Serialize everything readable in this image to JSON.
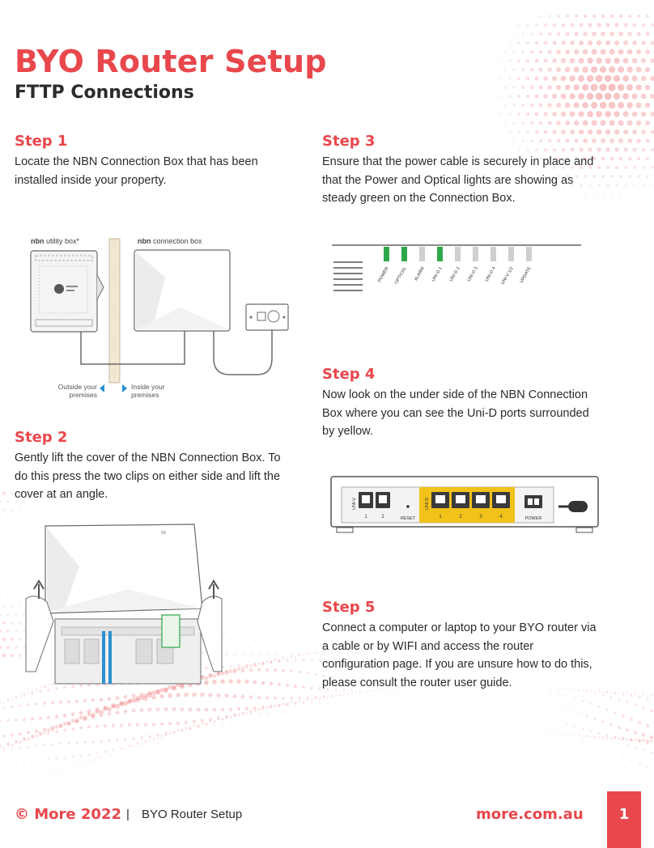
{
  "header": {
    "title": "BYO Router Setup",
    "subtitle": "FTTP Connections"
  },
  "steps": [
    {
      "heading": "Step 1",
      "text": "Locate the NBN Connection Box that has been installed inside your property."
    },
    {
      "heading": "Step 2",
      "text": "Gently lift the cover of the NBN Connection Box. To do this press the two clips on either side and lift the cover at an angle."
    },
    {
      "heading": "Step 3",
      "text": "Ensure that the power cable is securely in place and that the Power and Optical lights are showing as steady green on the Connection Box."
    },
    {
      "heading": "Step 4",
      "text": "Now look on the under side of the NBN Connection Box where you can see the Uni-D ports surrounded by yellow."
    },
    {
      "heading": "Step 5",
      "text": "Connect a computer or laptop to your BYO router via a cable or by WIFI and access the router configuration page. If you are unsure how to do this, please consult the router user guide."
    }
  ],
  "diagram1": {
    "utility_box_brand": "nbn",
    "utility_box_label": " utility box*",
    "connection_box_brand": "nbn",
    "connection_box_label": " connection box",
    "outside_line1": "Outside your",
    "outside_line2": "premises",
    "inside_line1": "Inside your",
    "inside_line2": "premises"
  },
  "diagram3": {
    "leds": [
      {
        "label": "POWER",
        "color": "#2ea84a"
      },
      {
        "label": "OPTICAL",
        "color": "#2ea84a"
      },
      {
        "label": "ALARM",
        "color": "#cfcfcf"
      },
      {
        "label": "UNI-D 1",
        "color": "#2ea84a"
      },
      {
        "label": "UNI-D 2",
        "color": "#cfcfcf"
      },
      {
        "label": "UNI-D 3",
        "color": "#cfcfcf"
      },
      {
        "label": "UNI-D 4",
        "color": "#cfcfcf"
      },
      {
        "label": "UNI-V 1/2",
        "color": "#cfcfcf"
      },
      {
        "label": "UPDATE",
        "color": "#cfcfcf"
      }
    ]
  },
  "diagram4": {
    "univ_label": "UNI-V",
    "univ_ports": [
      "1",
      "2"
    ],
    "reset_label": "RESET",
    "unid_label": "UNI-D",
    "unid_ports": [
      "1",
      "2",
      "3",
      "4"
    ],
    "power_label": "POWER"
  },
  "footer": {
    "copyright": "© More 2022",
    "separator": "|",
    "doc_name": "BYO Router Setup",
    "website": "more.com.au",
    "page_number": "1"
  },
  "colors": {
    "accent": "#e8474c",
    "yellow": "#f2c21b",
    "green": "#2ea84a",
    "cable": "#2a90d0"
  }
}
